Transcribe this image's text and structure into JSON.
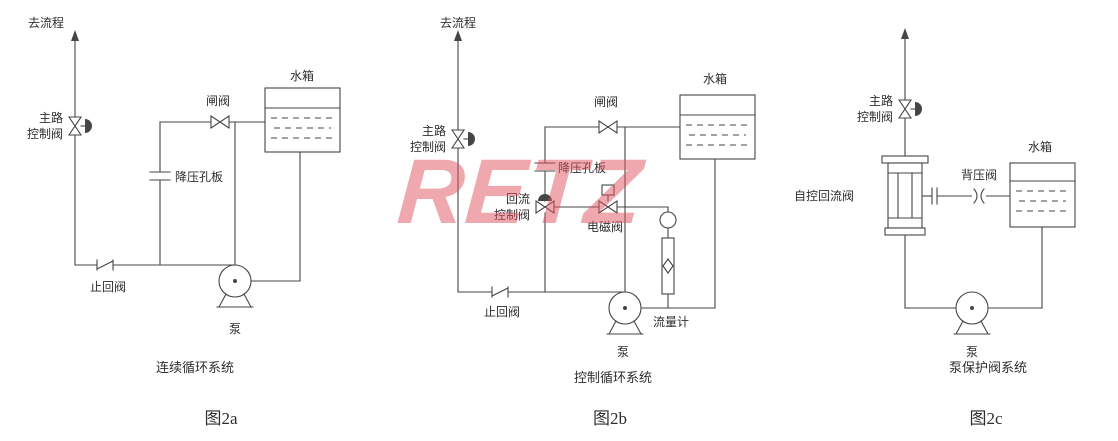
{
  "watermark": "RETZ",
  "figure": {
    "a": {
      "caption": "图2a",
      "system": "连续循环系统",
      "labels": {
        "to_process": "去流程",
        "main_valve_l1": "主路",
        "main_valve_l2": "控制阀",
        "gate_valve": "闸阀",
        "tank": "水箱",
        "orifice": "降压孔板",
        "check_valve": "止回阀",
        "pump": "泵"
      }
    },
    "b": {
      "caption": "图2b",
      "system": "控制循环系统",
      "labels": {
        "to_process": "去流程",
        "main_valve_l1": "主路",
        "main_valve_l2": "控制阀",
        "gate_valve": "闸阀",
        "tank": "水箱",
        "orifice": "降压孔板",
        "return_valve_l1": "回流",
        "return_valve_l2": "控制阀",
        "solenoid_valve": "电磁阀",
        "check_valve": "止回阀",
        "pump": "泵",
        "flow_meter": "流量计"
      }
    },
    "c": {
      "caption": "图2c",
      "system": "泵保护阀系统",
      "labels": {
        "main_valve_l1": "主路",
        "main_valve_l2": "控制阀",
        "auto_recirc_valve": "自控回流阀",
        "back_pressure_valve": "背压阀",
        "tank": "水箱",
        "pump": "泵"
      }
    }
  }
}
